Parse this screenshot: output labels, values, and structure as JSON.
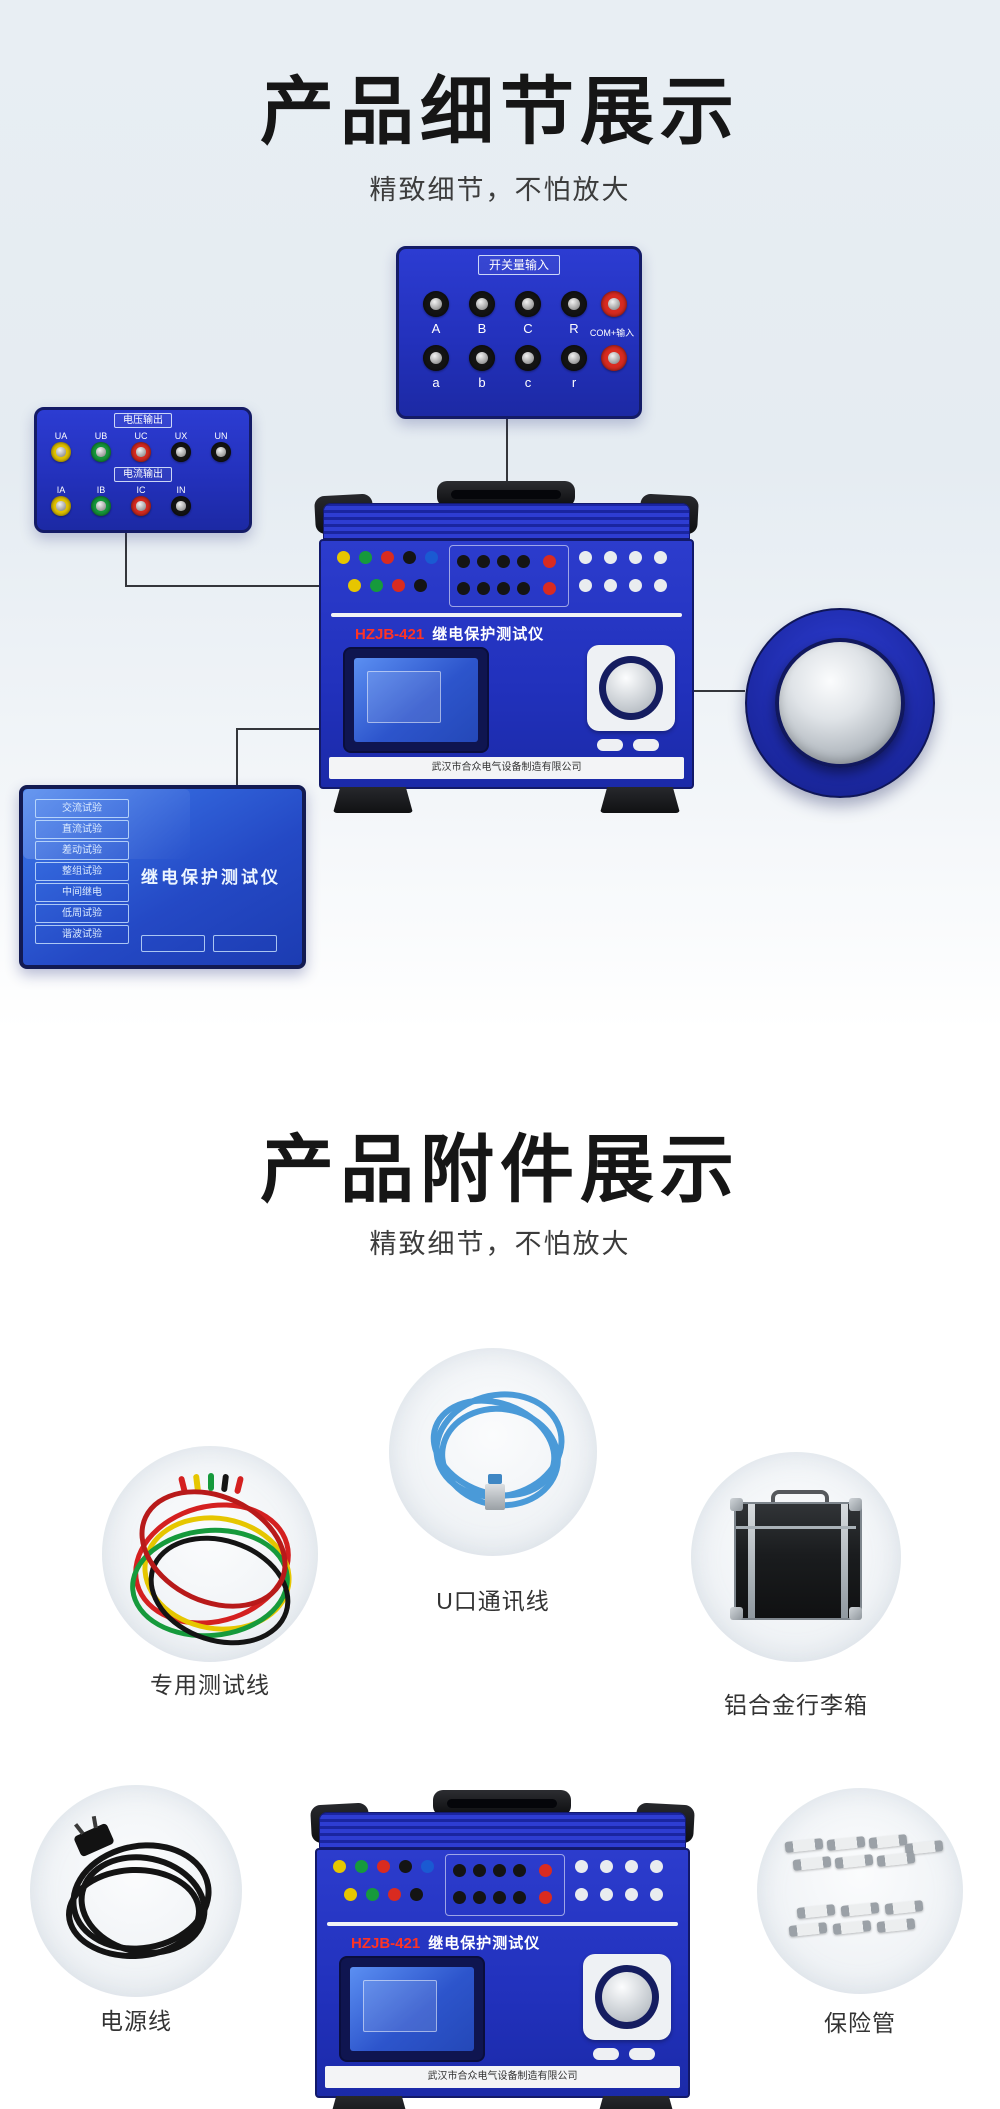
{
  "colors": {
    "hero_bg": "#e8eef3",
    "device_blue": "#2636c6",
    "device_blue_dark": "#141b6e",
    "model_red": "#ff3324",
    "jack_yellow": "#e6c600",
    "jack_green": "#169a3c",
    "jack_red": "#d92b20",
    "jack_black": "#141414",
    "jack_blue": "#1a5ad2"
  },
  "sections": {
    "detail": {
      "title": "产品细节展示",
      "subtitle": "精致细节，不怕放大"
    },
    "accessories": {
      "title": "产品附件展示",
      "subtitle": "精致细节，不怕放大"
    }
  },
  "device": {
    "model": "HZJB-421",
    "name": "继电保护测试仪",
    "company": "武汉市合众电气设备制造有限公司"
  },
  "switch_input_panel": {
    "label": "开关量输入",
    "com_label": "COM+输入",
    "row1_labels": [
      "A",
      "B",
      "C",
      "R"
    ],
    "row2_labels": [
      "a",
      "b",
      "c",
      "r"
    ]
  },
  "output_panel": {
    "voltage_label": "电压输出",
    "current_label": "电流输出",
    "voltage_terminals": [
      "UA",
      "UB",
      "UC",
      "UX",
      "UN"
    ],
    "current_terminals": [
      "IA",
      "IB",
      "IC",
      "IN"
    ]
  },
  "lcd_screen": {
    "title": "继电保护测试仪",
    "menu_items": [
      "交流试验",
      "直流试验",
      "差动试验",
      "整组试验",
      "中间继电",
      "低周试验",
      "谐波试验"
    ]
  },
  "accessories": [
    {
      "label": "专用测试线"
    },
    {
      "label": "U口通讯线"
    },
    {
      "label": "铝合金行李箱"
    },
    {
      "label": "电源线"
    },
    {
      "label": "保险管"
    }
  ]
}
